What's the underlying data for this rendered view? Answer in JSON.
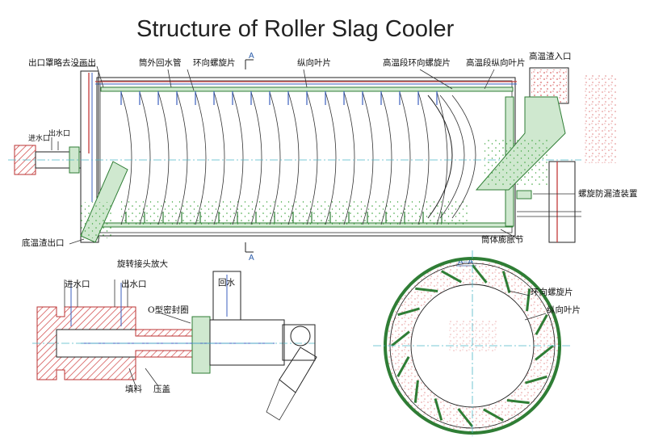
{
  "title": "Structure of Roller Slag Cooler",
  "section_mark": "A",
  "section_title": "A–A",
  "labels": {
    "outlet_hood": "出口罩略去没画出",
    "return_pipe": "筒外回水管",
    "ring_spiral": "环向螺旋片",
    "long_blade": "纵向叶片",
    "hot_ring_spiral": "高温段环向螺旋片",
    "hot_long_blade": "高温段纵向叶片",
    "hot_inlet": "高温渣入口",
    "spiral_leak_guard": "螺旋防漏渣装置",
    "shell_expansion": "筒体膨胀节",
    "low_outlet": "底温渣出口",
    "water_in_small": "进水口",
    "water_out_small": "出水口",
    "joint_detail": "旋转接头放大",
    "water_in": "进水口",
    "water_out": "出水口",
    "o_ring": "O型密封圈",
    "return_water": "回水",
    "packing": "填料",
    "gland": "压盖",
    "ring_spiral_aa": "环向螺旋片",
    "long_blade_aa": "纵向叶片"
  },
  "colors": {
    "steel_green": "#2f7d35",
    "water_red": "#c43a3a",
    "flow_blue": "#3b5fbf",
    "center_cyan": "#4fb6c8"
  }
}
